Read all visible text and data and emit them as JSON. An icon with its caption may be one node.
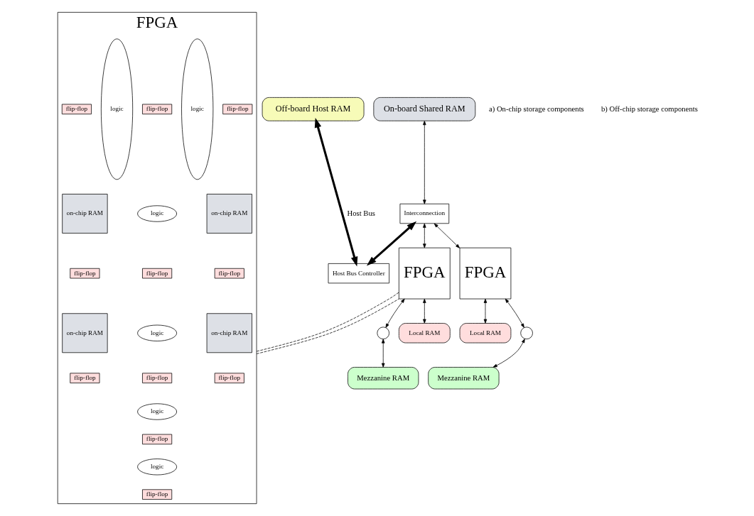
{
  "diagram": {
    "nodes": [
      {
        "text": [
          "FPGA"
        ]
      },
      {
        "text": [
          "flip-flop"
        ],
        "in": 0
      },
      {
        "text": [
          "on-chip RAM"
        ],
        "in": 0
      },
      {
        "text": [
          "flip-flop"
        ],
        "in": 0
      },
      {
        "text": [
          "on-chip RAM"
        ],
        "in": 0
      },
      {
        "text": [
          "flip-flop"
        ],
        "in": 0
      },
      {
        "text": [
          "logic"
        ],
        "in": 0
      },
      {
        "text": [
          "flip-flop"
        ],
        "in": 0
      },
      {
        "text": [
          "logic"
        ],
        "in": 0
      },
      {
        "text": [
          "flip-flop"
        ],
        "in": 0
      },
      {
        "text": [
          "logic"
        ],
        "in": 0
      },
      {
        "text": [
          "flip-flop"
        ],
        "in": 0
      },
      {
        "text": [
          "logic"
        ],
        "in": 0
      },
      {
        "text": [
          "flip-flop"
        ],
        "in": 0
      },
      {
        "text": [
          "logic"
        ],
        "in": 0
      },
      {
        "text": [
          "flip-flop"
        ],
        "in": 0
      },
      {
        "text": [
          "logic"
        ],
        "in": 0
      },
      {
        "text": [
          "flip-flop"
        ],
        "in": 0
      },
      {
        "text": [
          "on-chip RAM"
        ],
        "in": 0
      },
      {
        "text": [
          "flip-flop"
        ],
        "in": 0
      },
      {
        "text": [
          "on-chip RAM"
        ],
        "in": 0
      },
      {
        "text": [
          "flip-flop"
        ],
        "in": 0
      },
      {
        "text": [
          "Off-board Host RAM"
        ]
      },
      {
        "text": [
          "On-board Shared RAM"
        ]
      },
      {
        "text": [
          "Interconnection"
        ]
      },
      {
        "text": [
          "Host Bus Controller"
        ]
      },
      {
        "text": [
          "FPGA"
        ]
      },
      {
        "text": [
          "FPGA"
        ]
      },
      {
        "text": [],
        "shape": "circle"
      },
      {
        "text": [],
        "shape": "circle"
      },
      {
        "text": [
          "Local RAM"
        ]
      },
      {
        "text": [
          "Local RAM"
        ]
      },
      {
        "text": [
          "Mezzanine RAM"
        ]
      },
      {
        "text": [
          "Mezzanine RAM"
        ]
      }
    ],
    "edges": [
      {
        "from": 25,
        "to": 22,
        "arrow": "both",
        "style": "thick",
        "label": "Host Bus"
      },
      {
        "from": 23,
        "to": 24,
        "arrow": "both"
      },
      {
        "from": 24,
        "to": 25,
        "arrow": "both",
        "style": "thick"
      },
      {
        "from": 24,
        "to": 26,
        "arrow": "both"
      },
      {
        "from": 24,
        "to": 27,
        "arrow": "both"
      },
      {
        "from": 26,
        "to": 28,
        "arrow": "both"
      },
      {
        "from": 29,
        "to": 27,
        "arrow": "both"
      },
      {
        "from": 26,
        "to": 30,
        "arrow": "both"
      },
      {
        "from": 27,
        "to": 31,
        "arrow": "both"
      },
      {
        "from": 28,
        "to": 32,
        "arrow": "both"
      },
      {
        "from": 29,
        "to": 33,
        "arrow": "both"
      },
      {
        "from": 0,
        "to": 26,
        "arrow": "none",
        "style": "dashed"
      },
      {
        "from": 0,
        "to": 26,
        "arrow": "none",
        "style": "dashed"
      }
    ],
    "labels": [
      "a) On-chip storage components",
      "b) Off-chip storage components"
    ]
  }
}
